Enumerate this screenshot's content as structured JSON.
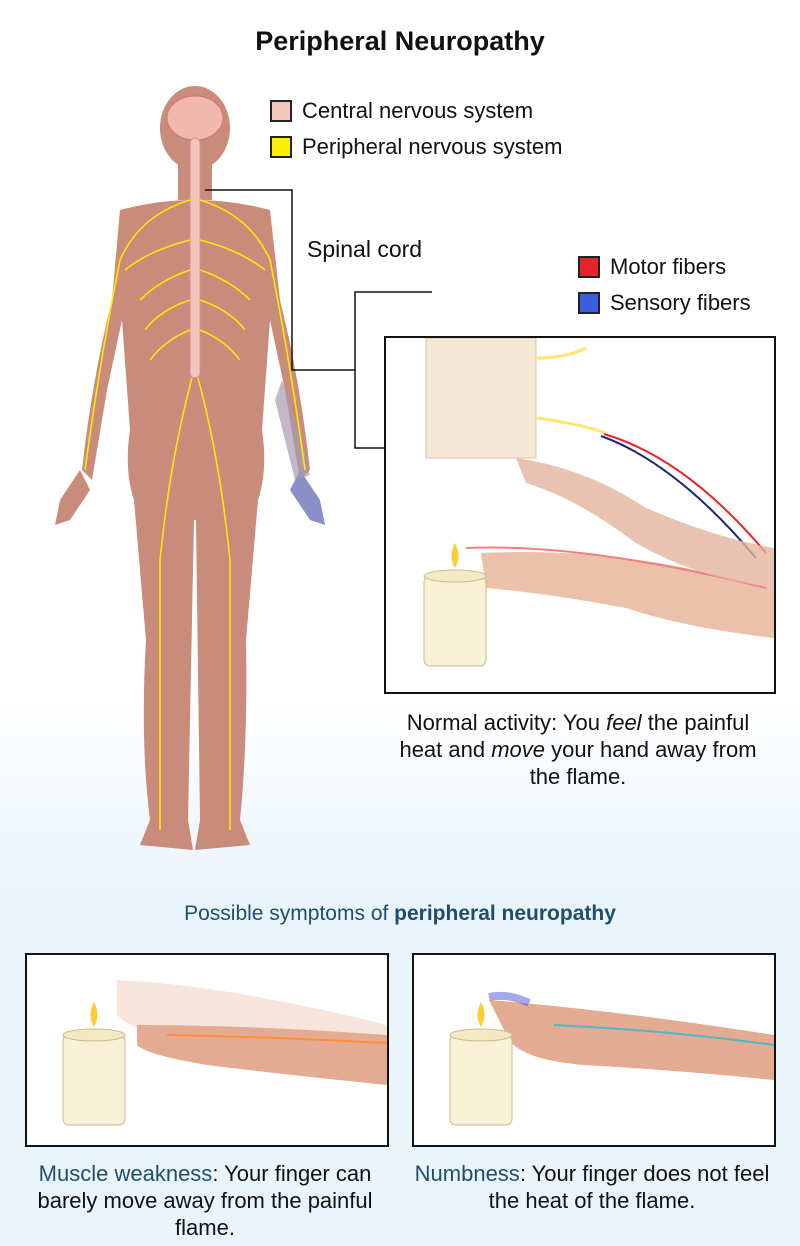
{
  "title": "Peripheral Neuropathy",
  "legend": [
    {
      "label": "Central nervous system",
      "color": "#f2c6b8"
    },
    {
      "label": "Peripheral nervous system",
      "color": "#ffee00"
    }
  ],
  "fiber_legend": [
    {
      "label": "Motor fibers",
      "color": "#e8232a"
    },
    {
      "label": "Sensory fibers",
      "color": "#3c5fe0"
    }
  ],
  "spinal_label": "Spinal cord",
  "normal_caption": {
    "p1": "Normal activity: You ",
    "feel": "feel",
    "p2": " the painful heat and ",
    "move": "move",
    "p3": " your hand away from the flame."
  },
  "subheading": {
    "pre": "Possible symptoms of ",
    "bold": "peripheral neuropathy"
  },
  "symptoms": [
    {
      "name": "Muscle weakness",
      "text": ": Your finger can barely move away from the painful flame."
    },
    {
      "name": "Numbness",
      "text": ": Your finger does not feel the heat of the flame."
    }
  ]
}
